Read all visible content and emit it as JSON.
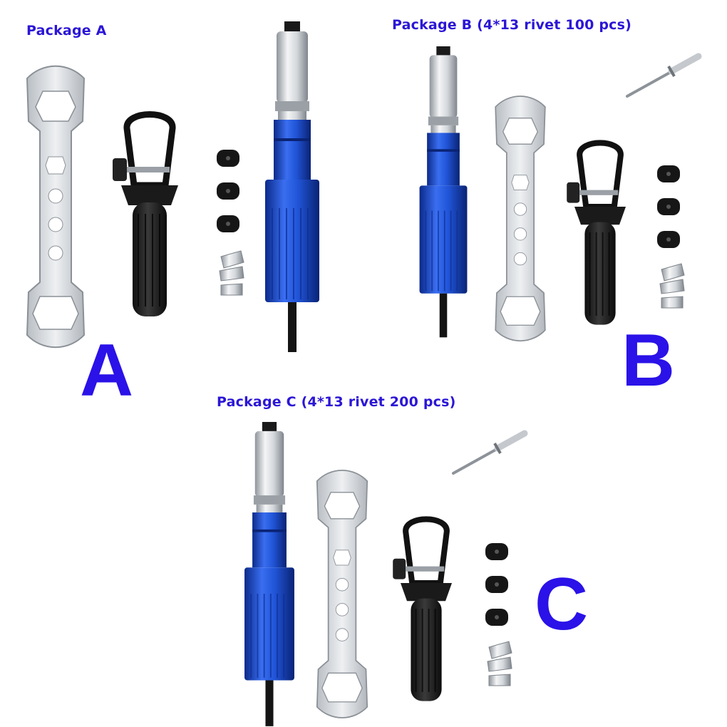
{
  "packages": [
    {
      "id": "a",
      "caption": "Package A",
      "letter": "A"
    },
    {
      "id": "b",
      "caption": "Package B (4*13 rivet 100 pcs)",
      "letter": "B"
    },
    {
      "id": "c",
      "caption": "Package C (4*13 rivet 200 pcs)",
      "letter": "C"
    }
  ],
  "colors": {
    "caption": "#2b16d6",
    "letter": "#2a12e8",
    "adapter_blue": "#1f4fd0",
    "steel": "#c9cdd2",
    "handle_black": "#1b1b1b"
  }
}
